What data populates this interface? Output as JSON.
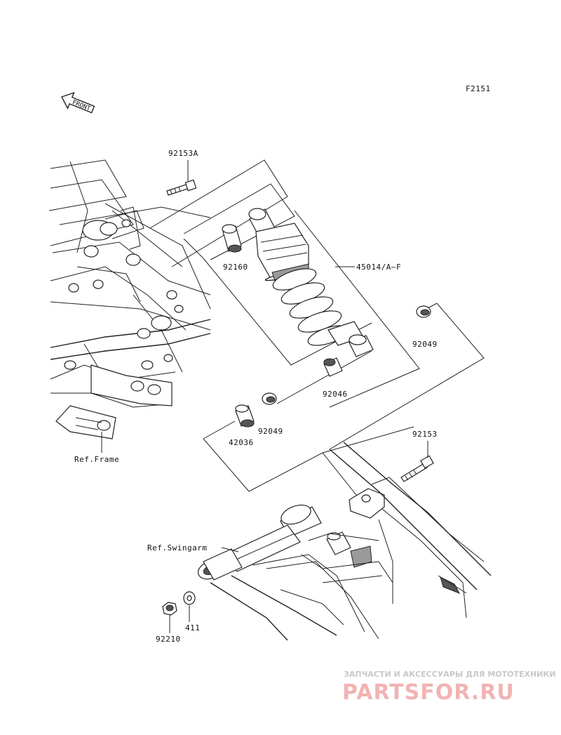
{
  "figure_code": "F2151",
  "front_label": "FRONT",
  "parts": {
    "bolt_upper": "92153A",
    "collar_upper": "92160",
    "shock_absorber": "45014/A~F",
    "seal_right": "92049",
    "bushing": "92046",
    "seal_left": "92049",
    "sleeve": "42036",
    "bolt_lower": "92153",
    "nut": "92210",
    "washer": "411"
  },
  "refs": {
    "frame": "Ref.Frame",
    "swingarm": "Ref.Swingarm"
  },
  "watermark": {
    "tagline": "ЗАПЧАСТИ И АКСЕССУАРЫ ДЛЯ МОТОТЕХНИКИ",
    "brand": "PARTSFOR.RU"
  }
}
